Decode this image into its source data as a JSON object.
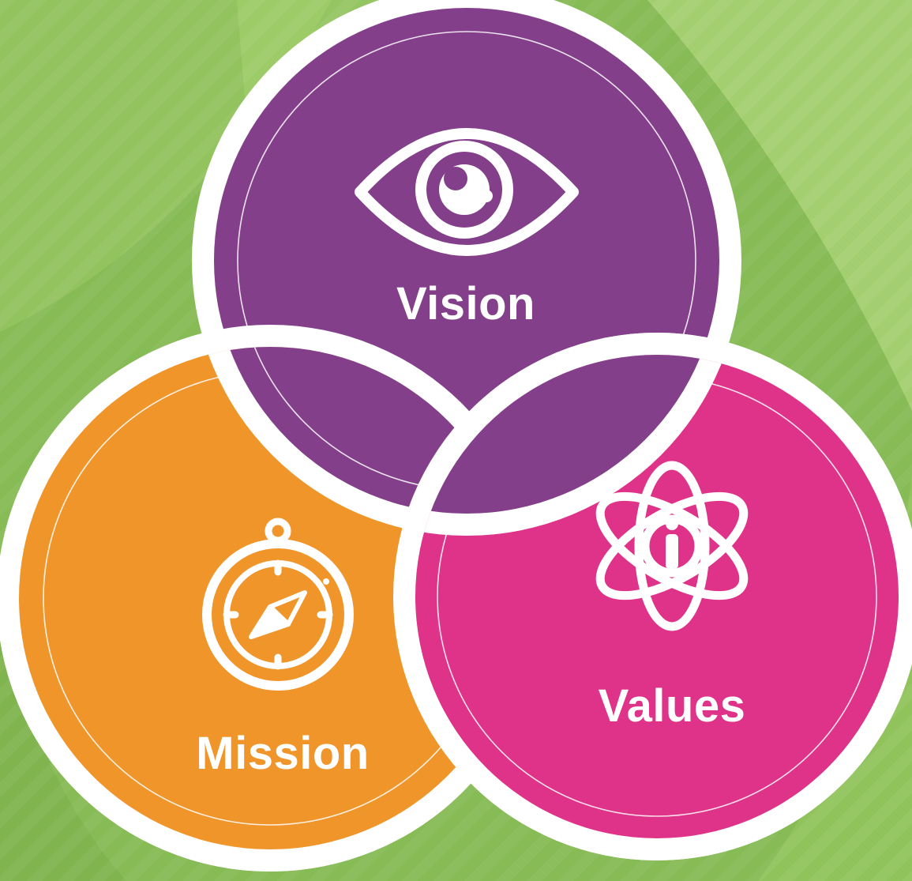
{
  "colors": {
    "background": "#8cc05a",
    "background_light": "#b5da7d",
    "ring": "#ffffff",
    "vision": "#833f8a",
    "mission": "#f0952a",
    "values": "#de3388"
  },
  "circles": {
    "vision": {
      "label": "Vision",
      "icon": "eye-icon"
    },
    "mission": {
      "label": "Mission",
      "icon": "compass-icon"
    },
    "values": {
      "label": "Values",
      "icon": "atom-person-icon"
    }
  }
}
